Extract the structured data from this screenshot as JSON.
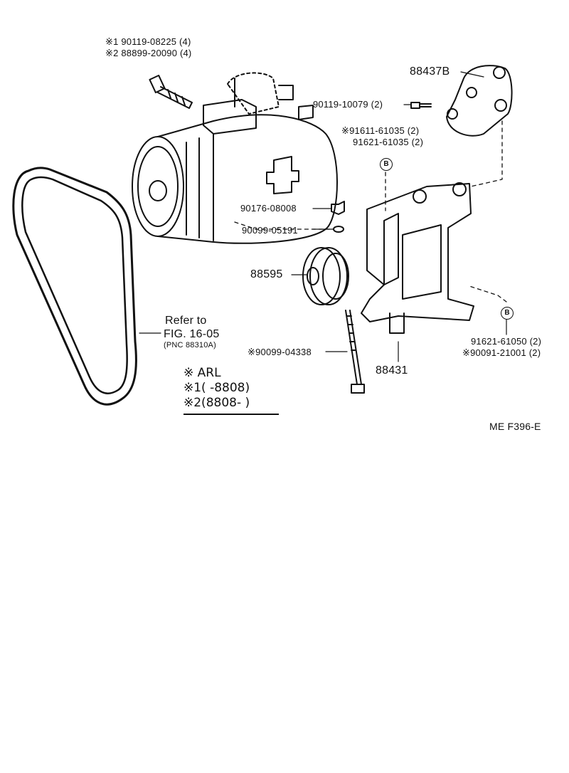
{
  "labels": {
    "l1": "※1 90119-08225 (4)",
    "l2": "※2 88899-20090 (4)",
    "l3": "88437B",
    "l4": "90119-10079 (2)",
    "l5": "※91611-61035 (2)",
    "l6": "91621-61035 (2)",
    "l7": "90176-08008",
    "l8": "90099-05191",
    "l9": "88595",
    "l10": "Refer to",
    "l11": "FIG. 16-05",
    "l12": "(PNC 88310A)",
    "l13": "※90099-04338",
    "l14": "88431",
    "l15": "91621-61050 (2)",
    "l16": "※90091-21001 (2)",
    "l17": "ME F396-E"
  },
  "markers": {
    "m1": "B",
    "m2": "B"
  },
  "legend": {
    "row1": "※   ARL",
    "row2": "※1(        -8808)",
    "row3": "※2(8808-          )"
  }
}
